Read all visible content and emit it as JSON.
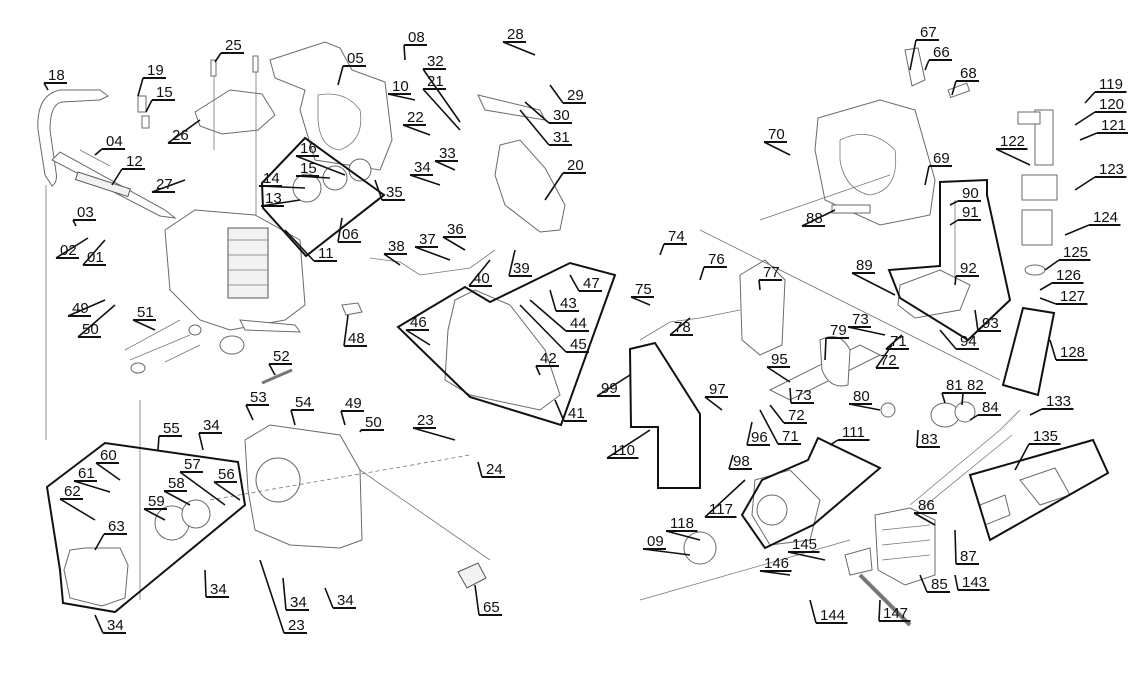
{
  "diagram": {
    "title": "Exploded parts diagram",
    "labels": [
      {
        "id": "l18",
        "text": "18"
      },
      {
        "id": "l19",
        "text": "19"
      },
      {
        "id": "l15a",
        "text": "15"
      },
      {
        "id": "l25",
        "text": "25"
      },
      {
        "id": "l26",
        "text": "26"
      },
      {
        "id": "l05",
        "text": "05"
      },
      {
        "id": "l04",
        "text": "04"
      },
      {
        "id": "l12",
        "text": "12"
      },
      {
        "id": "l27",
        "text": "27"
      },
      {
        "id": "l03",
        "text": "03"
      },
      {
        "id": "l02",
        "text": "02"
      },
      {
        "id": "l01",
        "text": "01"
      },
      {
        "id": "l16",
        "text": "16"
      },
      {
        "id": "l15b",
        "text": "15"
      },
      {
        "id": "l14",
        "text": "14"
      },
      {
        "id": "l13",
        "text": "13"
      },
      {
        "id": "l06",
        "text": "06"
      },
      {
        "id": "l11",
        "text": "11"
      },
      {
        "id": "l08",
        "text": "08"
      },
      {
        "id": "l32",
        "text": "32"
      },
      {
        "id": "l21",
        "text": "21"
      },
      {
        "id": "l10",
        "text": "10"
      },
      {
        "id": "l22",
        "text": "22"
      },
      {
        "id": "l28",
        "text": "28"
      },
      {
        "id": "l29",
        "text": "29"
      },
      {
        "id": "l30",
        "text": "30"
      },
      {
        "id": "l31",
        "text": "31"
      },
      {
        "id": "l33",
        "text": "33"
      },
      {
        "id": "l34a",
        "text": "34"
      },
      {
        "id": "l35",
        "text": "35"
      },
      {
        "id": "l20",
        "text": "20"
      },
      {
        "id": "l38",
        "text": "38"
      },
      {
        "id": "l37",
        "text": "37"
      },
      {
        "id": "l36",
        "text": "36"
      },
      {
        "id": "l39",
        "text": "39"
      },
      {
        "id": "l40",
        "text": "40"
      },
      {
        "id": "l47",
        "text": "47"
      },
      {
        "id": "l43",
        "text": "43"
      },
      {
        "id": "l44",
        "text": "44"
      },
      {
        "id": "l45",
        "text": "45"
      },
      {
        "id": "l46",
        "text": "46"
      },
      {
        "id": "l42",
        "text": "42"
      },
      {
        "id": "l41",
        "text": "41"
      },
      {
        "id": "l48",
        "text": "48"
      },
      {
        "id": "l49a",
        "text": "49"
      },
      {
        "id": "l50a",
        "text": "50"
      },
      {
        "id": "l51",
        "text": "51"
      },
      {
        "id": "l52",
        "text": "52"
      },
      {
        "id": "l53",
        "text": "53"
      },
      {
        "id": "l54",
        "text": "54"
      },
      {
        "id": "l49b",
        "text": "49"
      },
      {
        "id": "l50b",
        "text": "50"
      },
      {
        "id": "l55",
        "text": "55"
      },
      {
        "id": "l34b",
        "text": "34"
      },
      {
        "id": "l60",
        "text": "60"
      },
      {
        "id": "l61",
        "text": "61"
      },
      {
        "id": "l62",
        "text": "62"
      },
      {
        "id": "l57",
        "text": "57"
      },
      {
        "id": "l56",
        "text": "56"
      },
      {
        "id": "l58",
        "text": "58"
      },
      {
        "id": "l59",
        "text": "59"
      },
      {
        "id": "l63",
        "text": "63"
      },
      {
        "id": "l23a",
        "text": "23"
      },
      {
        "id": "l24",
        "text": "24"
      },
      {
        "id": "l34c",
        "text": "34"
      },
      {
        "id": "l34d",
        "text": "34"
      },
      {
        "id": "l34e",
        "text": "34"
      },
      {
        "id": "l23b",
        "text": "23"
      },
      {
        "id": "l34f",
        "text": "34"
      },
      {
        "id": "l65",
        "text": "65"
      },
      {
        "id": "l67",
        "text": "67"
      },
      {
        "id": "l66",
        "text": "66"
      },
      {
        "id": "l68",
        "text": "68"
      },
      {
        "id": "l70",
        "text": "70"
      },
      {
        "id": "l69",
        "text": "69"
      },
      {
        "id": "l88",
        "text": "88"
      },
      {
        "id": "l90",
        "text": "90"
      },
      {
        "id": "l91",
        "text": "91"
      },
      {
        "id": "l89",
        "text": "89"
      },
      {
        "id": "l92",
        "text": "92"
      },
      {
        "id": "l93",
        "text": "93"
      },
      {
        "id": "l94",
        "text": "94"
      },
      {
        "id": "l119",
        "text": "119"
      },
      {
        "id": "l120",
        "text": "120"
      },
      {
        "id": "l121",
        "text": "121"
      },
      {
        "id": "l122",
        "text": "122"
      },
      {
        "id": "l123",
        "text": "123"
      },
      {
        "id": "l124",
        "text": "124"
      },
      {
        "id": "l125",
        "text": "125"
      },
      {
        "id": "l126",
        "text": "126"
      },
      {
        "id": "l127",
        "text": "127"
      },
      {
        "id": "l128",
        "text": "128"
      },
      {
        "id": "l133",
        "text": "133"
      },
      {
        "id": "l135",
        "text": "135"
      },
      {
        "id": "l74",
        "text": "74"
      },
      {
        "id": "l76",
        "text": "76"
      },
      {
        "id": "l77",
        "text": "77"
      },
      {
        "id": "l75",
        "text": "75"
      },
      {
        "id": "l78",
        "text": "78"
      },
      {
        "id": "l79",
        "text": "79"
      },
      {
        "id": "l73a",
        "text": "73"
      },
      {
        "id": "l71a",
        "text": "71"
      },
      {
        "id": "l72a",
        "text": "72"
      },
      {
        "id": "l95",
        "text": "95"
      },
      {
        "id": "l73b",
        "text": "73"
      },
      {
        "id": "l72b",
        "text": "72"
      },
      {
        "id": "l71b",
        "text": "71"
      },
      {
        "id": "l96",
        "text": "96"
      },
      {
        "id": "l97",
        "text": "97"
      },
      {
        "id": "l99",
        "text": "99"
      },
      {
        "id": "l110",
        "text": "110"
      },
      {
        "id": "l98",
        "text": "98"
      },
      {
        "id": "l80",
        "text": "80"
      },
      {
        "id": "l81",
        "text": "81"
      },
      {
        "id": "l82",
        "text": "82"
      },
      {
        "id": "l84",
        "text": "84"
      },
      {
        "id": "l83",
        "text": "83"
      },
      {
        "id": "l111",
        "text": "111"
      },
      {
        "id": "l117",
        "text": "117"
      },
      {
        "id": "l118",
        "text": "118"
      },
      {
        "id": "l09",
        "text": "09"
      },
      {
        "id": "l86",
        "text": "86"
      },
      {
        "id": "l87",
        "text": "87"
      },
      {
        "id": "l145",
        "text": "145"
      },
      {
        "id": "l146",
        "text": "146"
      },
      {
        "id": "l85",
        "text": "85"
      },
      {
        "id": "l143",
        "text": "143"
      },
      {
        "id": "l144",
        "text": "144"
      },
      {
        "id": "l147",
        "text": "147"
      }
    ]
  }
}
